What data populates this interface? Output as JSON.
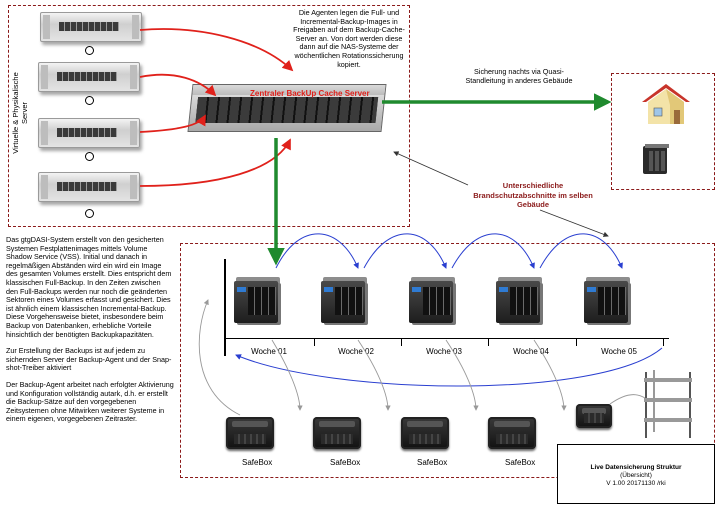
{
  "sidebar_label": "Virtuelle & Physikalische Server",
  "central_server_label": "Zentraler BackUp Cache Server",
  "agent_note": "Die Agenten legen die Full- und Incremental-Backup-Images in Freigaben auf dem Backup-Cache-Server an. Von dort werden diese dann auf die NAS-Systeme der wöchentlichen Rotationssicherung kopiert.",
  "offsite_note": "Sicherung nachts via Quasi-Standleitung in anderes Gebäude",
  "fire_note": "Unterschiedliche Brandschutzabschnitte im selben Gebäude",
  "description_paragraphs": [
    "Das gtgDASI-System erstellt von den gesicherten Systemen Festplattenimages mittels Volume Shadow Service (VSS). Initial und danach in regelmäßigen Abständen wird ein wird ein Image des gesamten Volumes erstellt. Dies entspricht dem klassischen Full-Backup. In den Zeiten zwischen den Full-Backups werden nur noch die geänderten Sektoren eines Volumes erfasst und gesichert. Dies ist ähnlich einem klassischen Incremental-Backup. Diese Vorgehensweise bietet, insbesondere beim Backup von Datenbanken, erhebliche Vorteile hinsichtlich der benötigten Backupkapazitäten.",
    "Zur Erstellung der Backups ist auf jedem zu sichernden Server der Backup-Agent und der Snap-shot-Treiber aktiviert",
    "Der Backup-Agent arbeitet nach erfolgter Aktivierung und Konfiguration vollständig autark, d.h. er erstellt die Backup-Sätze auf den vorgegebenen Zeitsystemen ohne Mitwirken weiterer Systeme in einem eigenen, vorgegebenen Zeitraster."
  ],
  "weeks": [
    "Woche 01",
    "Woche 02",
    "Woche 03",
    "Woche 04",
    "Woche 05"
  ],
  "safebox_label": "SafeBox",
  "legend": {
    "title": "Live Datensicherung Struktur",
    "subtitle": "(Übersicht)",
    "version": "V 1.00 20171130 /rki"
  },
  "colors": {
    "green_arrow": "#1f8a2e",
    "red_arrow": "#e0211b",
    "blue_arrow": "#2a3fd0",
    "dashed_border": "#8b1a1a",
    "server_label": "#e0211b"
  },
  "icons": [
    "rack-server-icon",
    "house-icon",
    "nas-icon",
    "safebox-icon",
    "shelf-icon"
  ]
}
